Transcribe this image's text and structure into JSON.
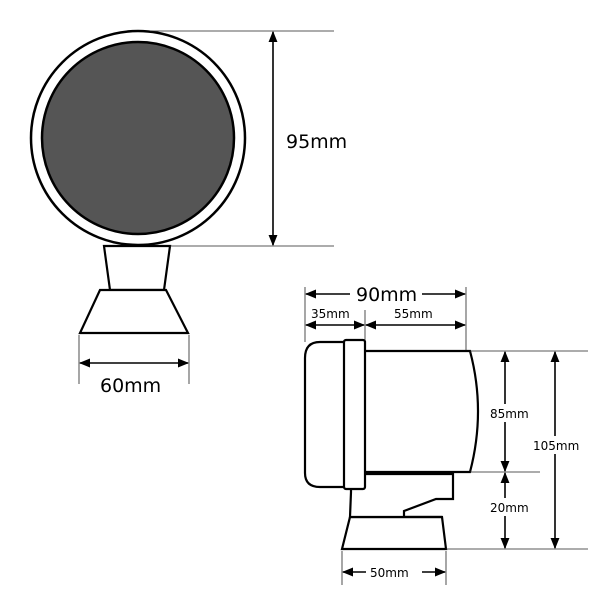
{
  "front_view": {
    "height_label": "95mm",
    "base_width_label": "60mm"
  },
  "side_view": {
    "total_length_label": "90mm",
    "bezel_length_label": "35mm",
    "body_length_label": "55mm",
    "body_height_label": "85mm",
    "total_height_label": "105mm",
    "mount_height_label": "20mm",
    "base_length_label": "50mm"
  },
  "colors": {
    "line": "#000000",
    "lens": "#555555",
    "background": "#ffffff"
  }
}
